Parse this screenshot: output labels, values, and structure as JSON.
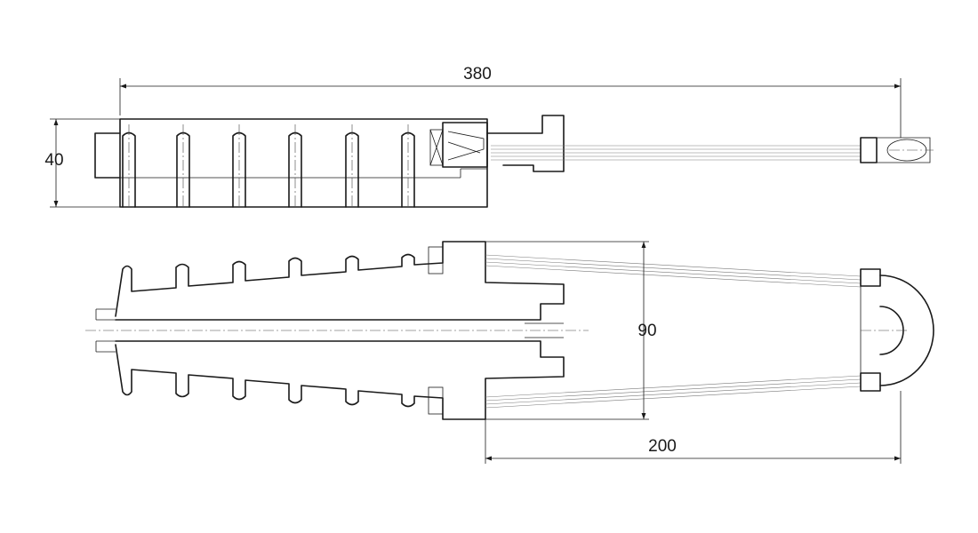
{
  "dimensions": {
    "overall_length": "380",
    "height": "40",
    "loop_width": "90",
    "cable_length": "200"
  },
  "colors": {
    "line": "#1a1a1a",
    "cable": "#7a7a7a",
    "background": "#ffffff"
  }
}
